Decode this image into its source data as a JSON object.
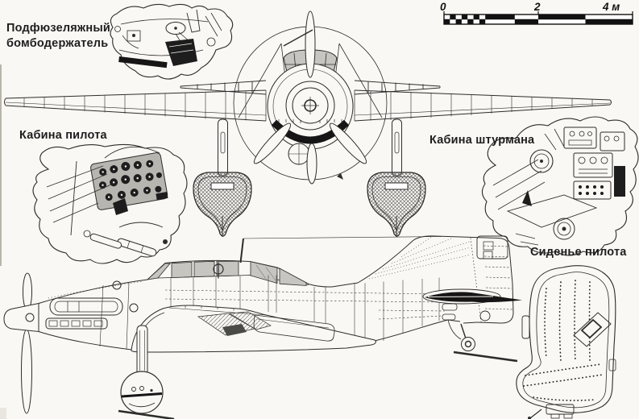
{
  "page": {
    "type": "scanned aircraft technical drawing",
    "paper_color": "#faf8f4",
    "ink_color": "#2c2c2c",
    "glazing_color": "#c6c5c0",
    "dark_fill_color": "#161616"
  },
  "labels": {
    "bomb_rack": "Подфюзеляжный бомбодержатель",
    "pilot_cabin": "Кабина пилота",
    "navigator_cabin": "Кабина штурмана",
    "pilot_seat": "Сиденье пилота"
  },
  "scale_bar": {
    "t0": "0",
    "t2": "2",
    "t4": "4 м",
    "unit": "м",
    "max_value": 4,
    "pattern": "0–1 fine checkerboard (2 rows), 1–2 half-metre alternating blocks, 2–4 one-metre alternating blocks"
  }
}
